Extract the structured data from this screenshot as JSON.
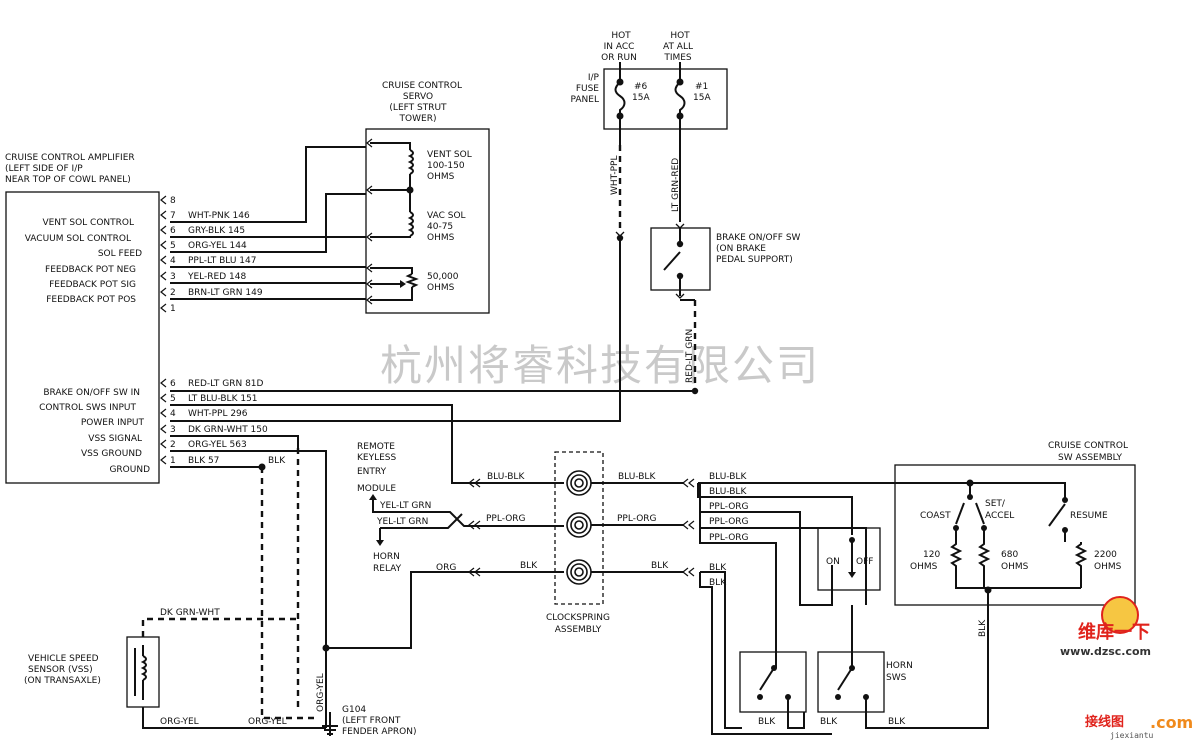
{
  "watermark": "杭州将睿科技有限公司",
  "amplifier": {
    "title": [
      "CRUISE CONTROL AMPLIFIER",
      "(LEFT SIDE OF I/P",
      "NEAR TOP OF COWL PANEL)"
    ],
    "labels": [
      "VENT SOL CONTROL",
      "VACUUM SOL CONTROL",
      "SOL FEED",
      "FEEDBACK POT NEG",
      "FEEDBACK POT SIG",
      "FEEDBACK POT POS",
      "BRAKE ON/OFF SW IN",
      "CONTROL SWS INPUT",
      "POWER INPUT",
      "VSS SIGNAL",
      "VSS GROUND",
      "GROUND"
    ],
    "upper_pins": [
      "8",
      "7",
      "6",
      "5",
      "4",
      "3",
      "2",
      "1"
    ],
    "upper_wires": [
      "WHT-PNK 146",
      "GRY-BLK 145",
      "ORG-YEL 144",
      "PPL-LT BLU 147",
      "YEL-RED 148",
      "BRN-LT GRN 149"
    ],
    "lower_pins": [
      "6",
      "5",
      "4",
      "3",
      "2",
      "1"
    ],
    "lower_wires": [
      "RED-LT GRN 81D",
      "LT BLU-BLK 151",
      "WHT-PPL 296",
      "DK GRN-WHT 150",
      "ORG-YEL 563",
      "BLK 57"
    ]
  },
  "servo": {
    "title": [
      "CRUISE CONTROL",
      "SERVO",
      "(LEFT STRUT",
      "TOWER)"
    ],
    "vent_sol": [
      "VENT SOL",
      "100-150",
      "OHMS"
    ],
    "vac_sol": [
      "VAC SOL",
      "40-75",
      "OHMS"
    ],
    "pot": [
      "50,000",
      "OHMS"
    ]
  },
  "fuse_panel": {
    "title": [
      "I/P",
      "FUSE",
      "PANEL"
    ],
    "hot_acc": [
      "HOT",
      "IN ACC",
      "OR RUN"
    ],
    "hot_all": [
      "HOT",
      "AT ALL",
      "TIMES"
    ],
    "fuse1": [
      "#6",
      "15A"
    ],
    "fuse2": [
      "#1",
      "15A"
    ],
    "wire1": "WHT-PPL",
    "wire2": "LT GRN-RED"
  },
  "brake_sw": {
    "title": [
      "BRAKE ON/OFF SW",
      "(ON BRAKE",
      "PEDAL SUPPORT)"
    ],
    "wire_out": "RED-LT GRN"
  },
  "remote": {
    "module": [
      "REMOTE",
      "KEYLESS",
      "ENTRY",
      "MODULE"
    ],
    "horn": [
      "HORN",
      "RELAY"
    ],
    "wire_a": "YEL-LT GRN",
    "wire_b": "YEL-LT GRN",
    "wire_c": "ORG"
  },
  "clockspring": {
    "title": [
      "CLOCKSPRING",
      "ASSEMBLY"
    ],
    "left_wires": [
      "BLU-BLK",
      "PPL-ORG",
      "BLK"
    ],
    "right_wires": [
      "BLU-BLK",
      "PPL-ORG",
      "BLK"
    ]
  },
  "sw_assembly": {
    "title": [
      "CRUISE CONTROL",
      "SW ASSEMBLY"
    ],
    "in_wires": [
      "BLU-BLK",
      "BLU-BLK",
      "PPL-ORG",
      "PPL-ORG",
      "PPL-ORG",
      "BLK",
      "BLK"
    ],
    "coast": "COAST",
    "set_accel": [
      "SET/",
      "ACCEL"
    ],
    "resume": "RESUME",
    "r1": [
      "120",
      "OHMS"
    ],
    "r2": [
      "680",
      "OHMS"
    ],
    "r3": [
      "2200",
      "OHMS"
    ],
    "on": "ON",
    "off": "OFF",
    "blk": "BLK"
  },
  "horn_sws": {
    "title": [
      "HORN",
      "SWS"
    ],
    "wires": [
      "BLK",
      "BLK",
      "BLK"
    ]
  },
  "vss": {
    "title": [
      "VEHICLE SPEED",
      "SENSOR (VSS)",
      "(ON TRANSAXLE)"
    ],
    "wire_top": "DK GRN-WHT",
    "wire_bot1": "ORG-YEL",
    "wire_bot2": "ORG-YEL",
    "wire_vert": "ORG-YEL",
    "ground_blk": "BLK"
  },
  "ground": {
    "name": "G104",
    "desc": [
      "(LEFT FRONT",
      "FENDER APRON)"
    ]
  },
  "logos": {
    "dzsc": "维库一下",
    "dzsc_url": "www.dzsc.com",
    "jiexian": "接线图",
    "com": ".com",
    "jiexian_url": "jiexiantu"
  },
  "colors": {
    "line": "#111111",
    "watermark": "#c9c9c9",
    "logo_red": "#e0231c",
    "logo_orange": "#f08a1c"
  }
}
